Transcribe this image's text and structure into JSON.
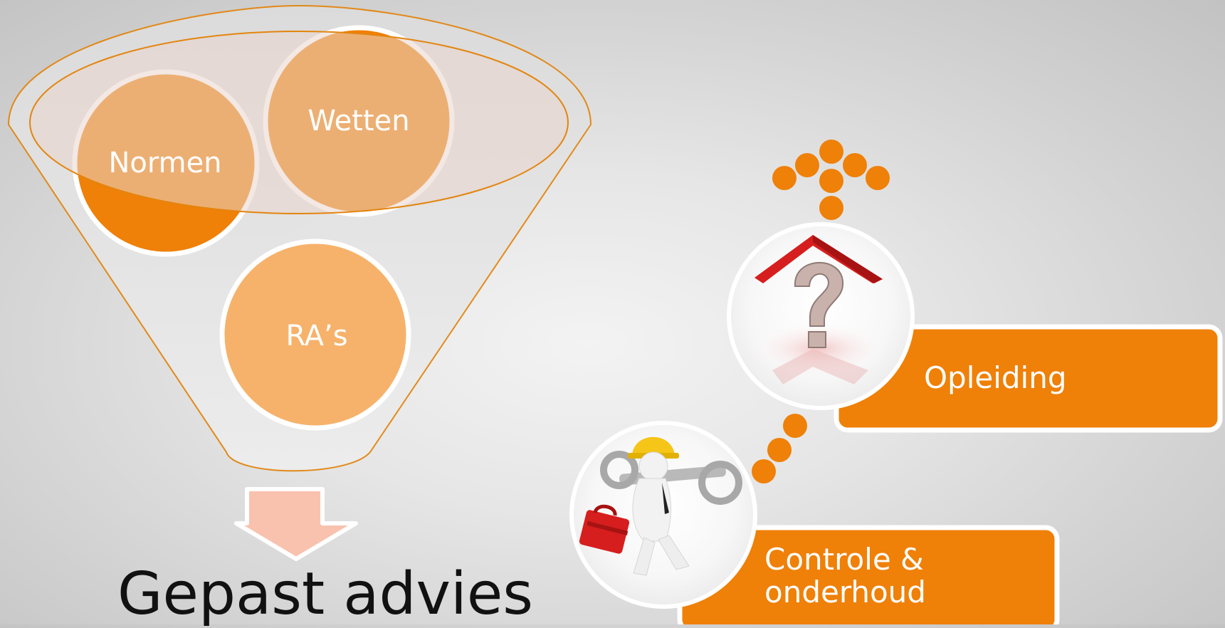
{
  "funnel": {
    "circles": [
      {
        "key": "normen",
        "label": "Normen"
      },
      {
        "key": "wetten",
        "label": "Wetten"
      },
      {
        "key": "ras",
        "label": "RA’s"
      }
    ],
    "result": "Gepast advies"
  },
  "steps": [
    {
      "key": "opleiding",
      "label": "Opleiding",
      "icon": "house-question-icon"
    },
    {
      "key": "controle",
      "label": "Controle & onderhoud",
      "icon": "worker-toolbox-icon"
    }
  ],
  "colors": {
    "orange": "#ef8008",
    "light_orange": "#f6b26b",
    "arrow": "#f8c2ae",
    "funnel_outline": "#e3850e"
  }
}
